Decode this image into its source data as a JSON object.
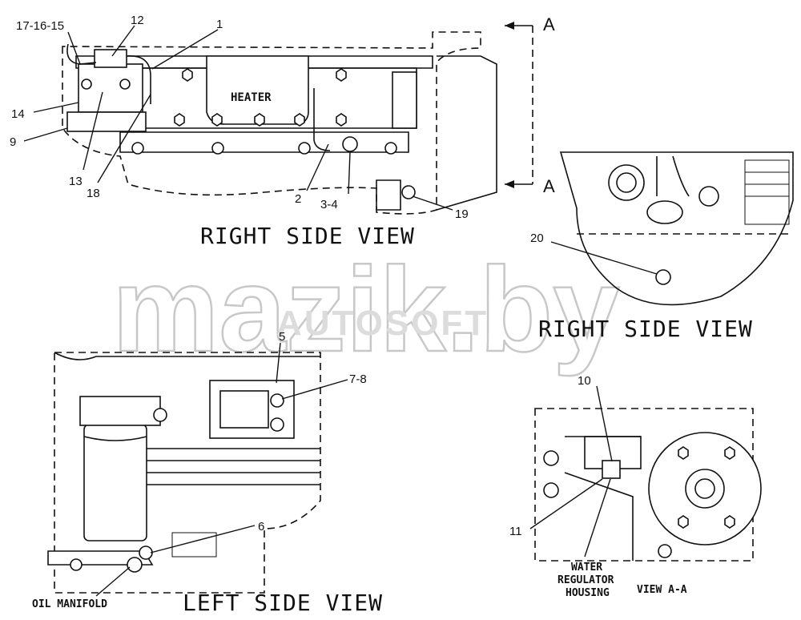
{
  "views": {
    "right_side_main": "RIGHT SIDE VIEW",
    "right_side_detail": "RIGHT SIDE VIEW",
    "left_side": "LEFT SIDE VIEW",
    "section": "VIEW A-A"
  },
  "labels": {
    "heater": "HEATER",
    "oil_manifold": "OIL MANIFOLD",
    "water_regulator_1": "WATER",
    "water_regulator_2": "REGULATOR",
    "water_regulator_3": "HOUSING",
    "section_a_top": "A",
    "section_a_bottom": "A"
  },
  "callouts": {
    "c17_16_15": "17-16-15",
    "c12": "12",
    "c1": "1",
    "c14": "14",
    "c9": "9",
    "c13": "13",
    "c18": "18",
    "c2": "2",
    "c3_4": "3-4",
    "c19": "19",
    "c20": "20",
    "c5": "5",
    "c7_8": "7-8",
    "c6": "6",
    "c10": "10",
    "c11": "11"
  },
  "watermark": {
    "main": "mazik.by",
    "sub": "AUTOSOFT"
  }
}
